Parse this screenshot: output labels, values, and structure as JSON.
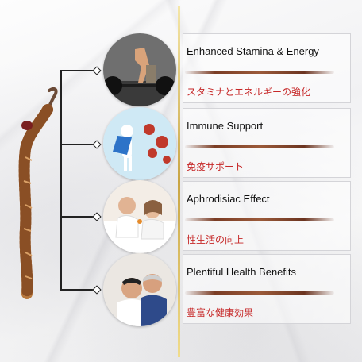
{
  "colors": {
    "accent_red": "#c62828",
    "gold_divider": "#c9a544",
    "bar_brown": "#7a3c24",
    "connector": "#222222"
  },
  "icons": {
    "specimen": "cordyceps-icon",
    "photo_1": "weightlifting-photo",
    "photo_2": "immune-defense-illustration",
    "photo_3": "couple-photo",
    "photo_4": "elderly-couple-photo"
  },
  "benefits": [
    {
      "title": "Enhanced Stamina & Energy",
      "jp": "スタミナとエネルギーの強化"
    },
    {
      "title": "Immune Support",
      "jp": "免疫サポート"
    },
    {
      "title": "Aphrodisiac Effect",
      "jp": "性生活の向上"
    },
    {
      "title": "Plentiful Health Benefits",
      "jp": "豊富な健康効果"
    }
  ]
}
